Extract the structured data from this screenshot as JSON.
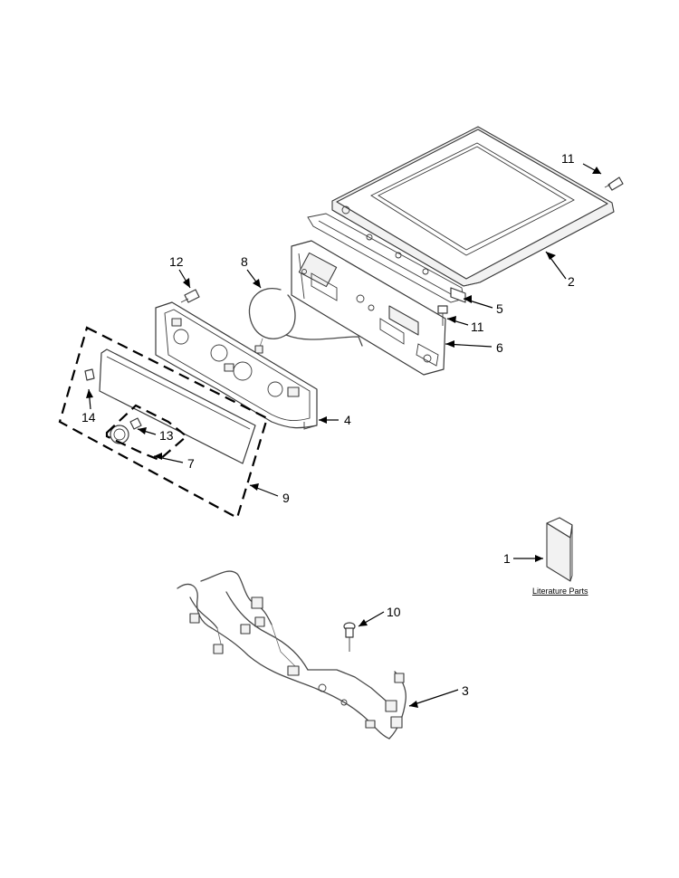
{
  "callouts": [
    {
      "id": "c1",
      "text": "1"
    },
    {
      "id": "c2",
      "text": "2"
    },
    {
      "id": "c3",
      "text": "3"
    },
    {
      "id": "c4",
      "text": "4"
    },
    {
      "id": "c5",
      "text": "5"
    },
    {
      "id": "c6",
      "text": "6"
    },
    {
      "id": "c7",
      "text": "7"
    },
    {
      "id": "c8",
      "text": "8"
    },
    {
      "id": "c9",
      "text": "9"
    },
    {
      "id": "c10",
      "text": "10"
    },
    {
      "id": "c11a",
      "text": "11"
    },
    {
      "id": "c11b",
      "text": "11"
    },
    {
      "id": "c12",
      "text": "12"
    },
    {
      "id": "c13",
      "text": "13"
    },
    {
      "id": "c14",
      "text": "14"
    }
  ],
  "literature": {
    "label": "Literature Parts"
  },
  "colors": {
    "ink": "#000000",
    "line": "#3a3a3a",
    "fill": "#ffffff"
  }
}
